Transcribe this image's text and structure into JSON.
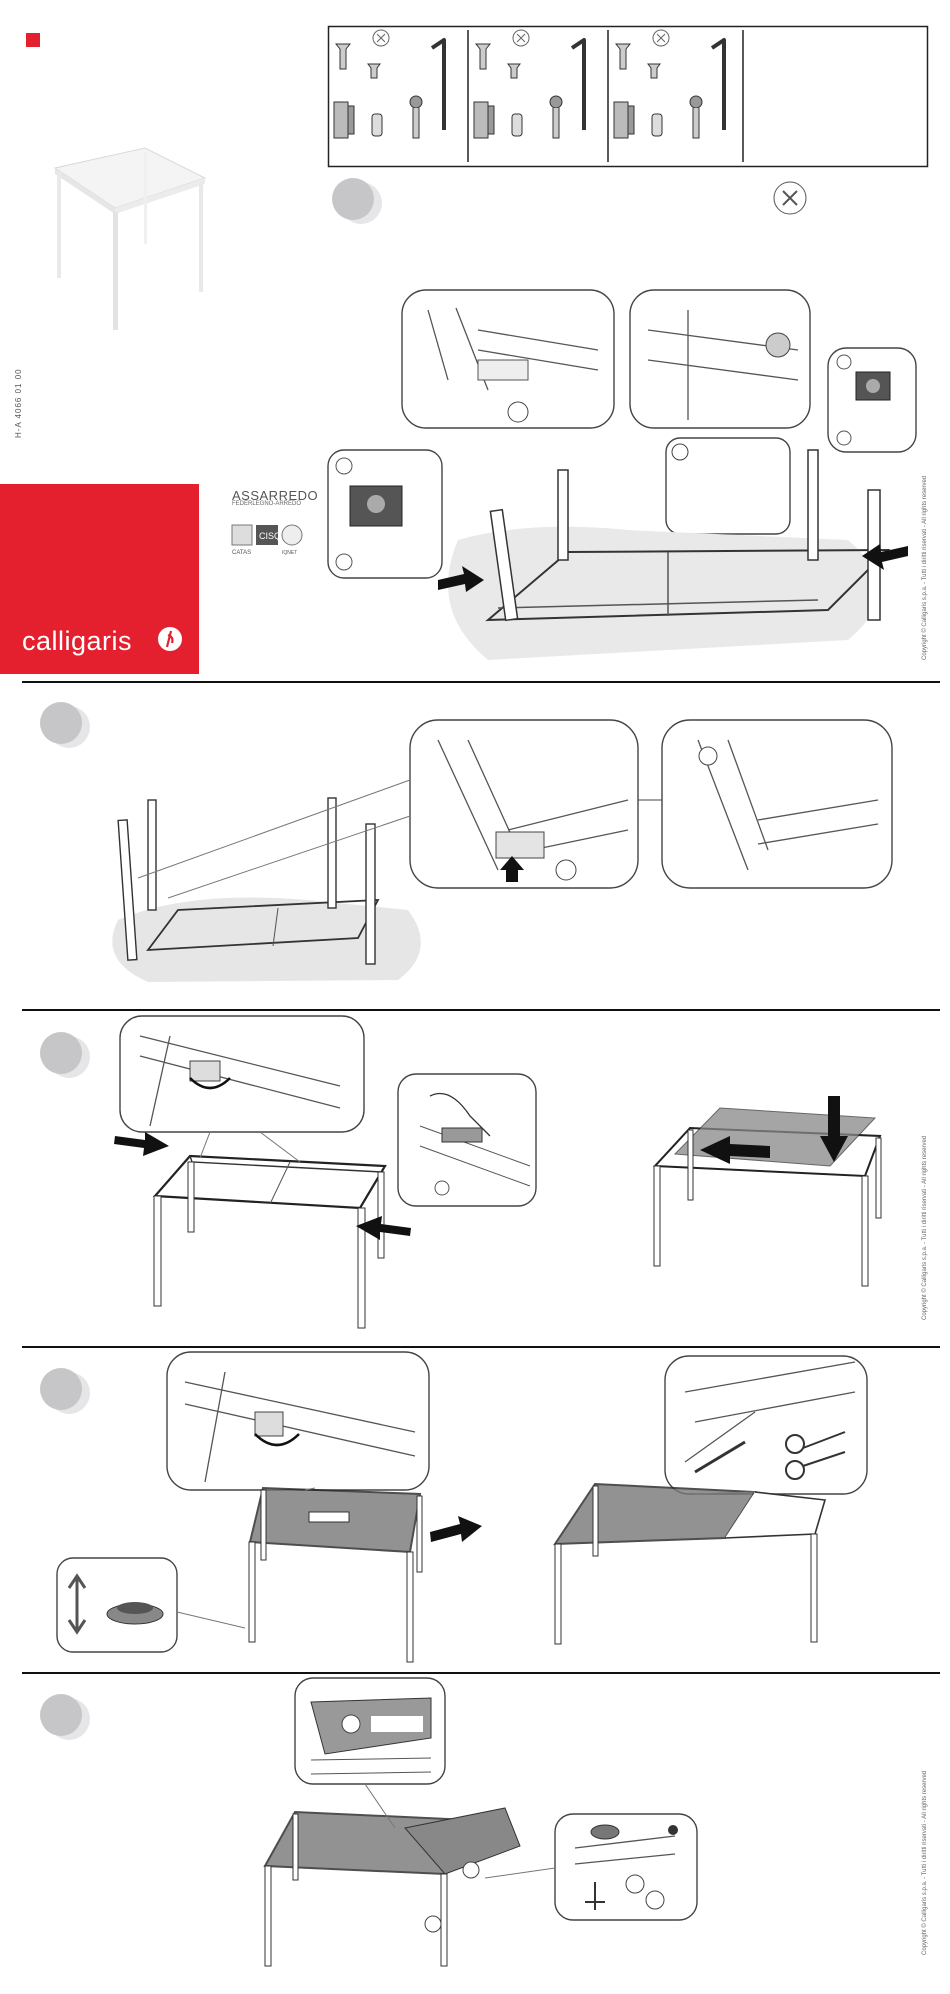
{
  "brand": {
    "name": "calligaris"
  },
  "document": {
    "code": "H-A 4066 01 00"
  },
  "certification": {
    "title": "ASSARREDO",
    "subtitle": "FEDERLEGNO-ARREDO",
    "logos": [
      "CATAS",
      "CISQ",
      "IQNET"
    ]
  },
  "copyright": "Copyright © Calligaris s.p.a. - Tutti i diritti riservati - All rights reserved",
  "parts_kits": 3,
  "steps": 5,
  "colors": {
    "accent": "#e5202e",
    "step_circle": "#c6c6c8"
  }
}
